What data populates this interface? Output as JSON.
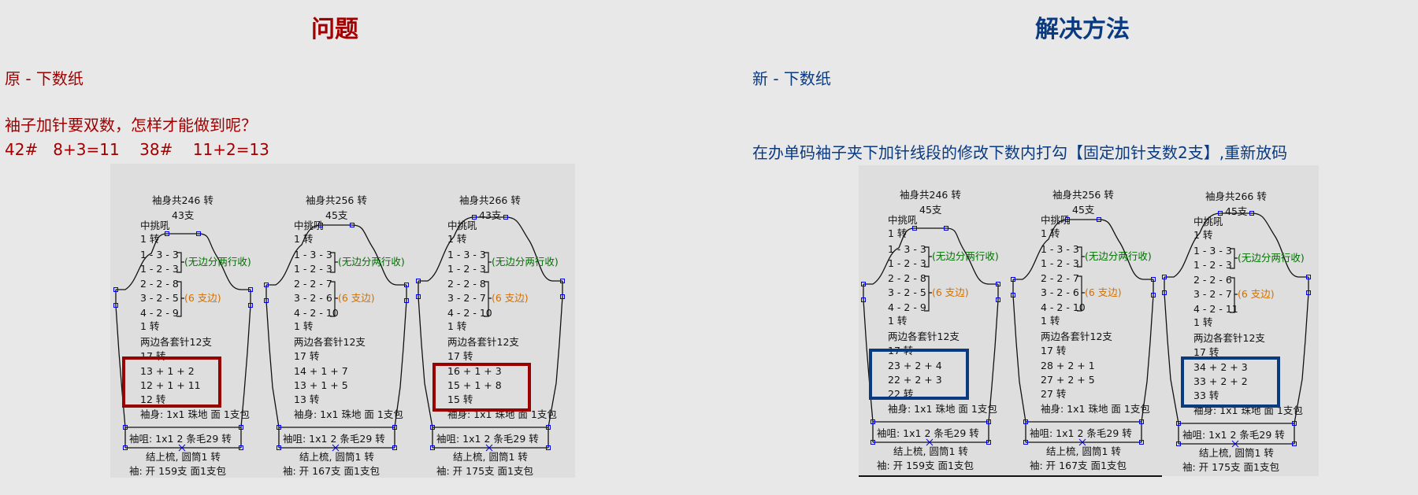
{
  "colors": {
    "problem": "#a00000",
    "solution": "#0a3a80",
    "highlight_problem": "#990000",
    "highlight_solution": "#0a3a80",
    "note_green": "#007000",
    "note_orange": "#d07000"
  },
  "left": {
    "heading": "问题",
    "subtitle": "原 - 下数纸",
    "question": "袖子加针要双数，怎样才能做到呢？",
    "example": "42#   8+3=11    38#    11+2=13",
    "patterns": [
      {
        "total": "袖身共246 转",
        "top": "43支",
        "neck": "中挑吼",
        "neck_rows": "1 转",
        "g1": [
          "1 - 3 - 3",
          "1 - 2 - 3"
        ],
        "g1_note": "(无边分两行收)",
        "g2": [
          "2 - 2 - 8",
          "3 - 2 - 5",
          "4 - 2 - 9"
        ],
        "g2_note": "(6 支边)",
        "after": "1 转",
        "cast": "两边各套针12支",
        "rows17": "17 转",
        "inc": [
          "13 + 1 + 2",
          "12 + 1 + 11"
        ],
        "final": "12 转",
        "body": "袖身: 1x1  珠地  面 1支包",
        "cuff": "袖咀: 1x1    2 条毛29 转",
        "finish": "结上梳, 圆筒1 转",
        "open": "袖: 开 159支 面1支包"
      },
      {
        "total": "袖身共256 转",
        "top": "45支",
        "neck": "中挑吼",
        "neck_rows": "1 转",
        "g1": [
          "1 - 3 - 3",
          "1 - 2 - 3"
        ],
        "g1_note": "(无边分两行收)",
        "g2": [
          "2 - 2 - 7",
          "3 - 2 - 6",
          "4 - 2 - 10"
        ],
        "g2_note": "(6 支边)",
        "after": "1 转",
        "cast": "两边各套针12支",
        "rows17": "17 转",
        "inc": [
          "14 + 1 + 7",
          "13 + 1 + 5"
        ],
        "final": "13 转",
        "body": "袖身: 1x1  珠地  面 1支包",
        "cuff": "袖咀: 1x1    2 条毛29 转",
        "finish": "结上梳, 圆筒1 转",
        "open": "袖: 开 167支 面1支包"
      },
      {
        "total": "袖身共266 转",
        "top": "43支",
        "neck": "中挑吼",
        "neck_rows": "1 转",
        "g1": [
          "1 - 3 - 3",
          "1 - 2 - 3"
        ],
        "g1_note": "(无边分两行收)",
        "g2": [
          "2 - 2 - 8",
          "3 - 2 - 7",
          "4 - 2 - 10"
        ],
        "g2_note": "(6 支边)",
        "after": "1 转",
        "cast": "两边各套针12支",
        "rows17": "17 转",
        "inc": [
          "16 + 1 + 3",
          "15 + 1 + 8"
        ],
        "final": "15 转",
        "body": "袖身: 1x1  珠地  面 1支包",
        "cuff": "袖咀: 1x1    2 条毛29 转",
        "finish": "结上梳, 圆筒1 转",
        "open": "袖: 开 175支 面1支包"
      }
    ]
  },
  "right": {
    "heading": "解决方法",
    "subtitle": "新 - 下数纸",
    "instruction": "在办单码袖子夹下加针线段的修改下数内打勾【固定加针支数2支】,重新放码",
    "patterns": [
      {
        "total": "袖身共246 转",
        "top": "45支",
        "neck": "中挑吼",
        "neck_rows": "1 转",
        "g1": [
          "1 - 3 - 3",
          "1 - 2 - 3"
        ],
        "g1_note": "(无边分两行收)",
        "g2": [
          "2 - 2 - 8",
          "3 - 2 - 5",
          "4 - 2 - 9"
        ],
        "g2_note": "(6 支边)",
        "after": "1 转",
        "cast": "两边各套针12支",
        "rows17": "17 转",
        "inc": [
          "23 + 2 + 4",
          "22 + 2 + 3"
        ],
        "final": "22 转",
        "body": "袖身: 1x1  珠地  面 1支包",
        "cuff": "袖咀: 1x1    2 条毛29 转",
        "finish": "结上梳, 圆筒1 转",
        "open": "袖: 开 159支 面1支包"
      },
      {
        "total": "袖身共256 转",
        "top": "45支",
        "neck": "中挑吼",
        "neck_rows": "1 转",
        "g1": [
          "1 - 3 - 3",
          "1 - 2 - 3"
        ],
        "g1_note": "(无边分两行收)",
        "g2": [
          "2 - 2 - 7",
          "3 - 2 - 6",
          "4 - 2 - 10"
        ],
        "g2_note": "(6 支边)",
        "after": "1 转",
        "cast": "两边各套针12支",
        "rows17": "17 转",
        "inc": [
          "28 + 2 + 1",
          "27 + 2 + 5"
        ],
        "final": "27 转",
        "body": "袖身: 1x1  珠地  面 1支包",
        "cuff": "袖咀: 1x1    2 条毛29 转",
        "finish": "结上梳, 圆筒1 转",
        "open": "袖: 开 167支 面1支包"
      },
      {
        "total": "袖身共266 转",
        "top": "45支",
        "neck": "中挑吼",
        "neck_rows": "1 转",
        "g1": [
          "1 - 3 - 3",
          "1 - 2 - 3"
        ],
        "g1_note": "(无边分两行收)",
        "g2": [
          "2 - 2 - 6",
          "3 - 2 - 7",
          "4 - 2 - 11"
        ],
        "g2_note": "(6 支边)",
        "after": "1 转",
        "cast": "两边各套针12支",
        "rows17": "17 转",
        "inc": [
          "34 + 2 + 3",
          "33 + 2 + 2"
        ],
        "final": "33 转",
        "body": "袖身: 1x1  珠地  面 1支包",
        "cuff": "袖咀: 1x1    2 条毛29 转",
        "finish": "结上梳, 圆筒1 转",
        "open": "袖: 开 175支 面1支包"
      }
    ]
  }
}
